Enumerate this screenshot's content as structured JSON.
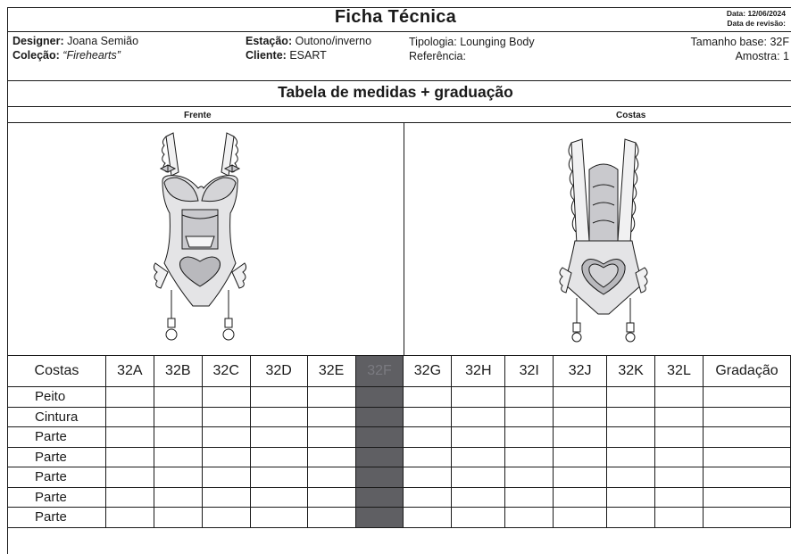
{
  "header": {
    "title": "Ficha Técnica",
    "date_line": "Data: 12/06/2024",
    "revision_line": "Data de revisão:"
  },
  "info": {
    "designer_label": "Designer:",
    "designer_value": "Joana Semião",
    "collection_label": "Coleção:",
    "collection_value": "“Firehearts”",
    "season_label": "Estação:",
    "season_value": "Outono/inverno",
    "client_label": "Cliente:",
    "client_value": "ESART",
    "typology_label": "Tipologia: Lounging Body",
    "reference_label": "Referência:",
    "base_size": "Tamanho base: 32F",
    "sample": "Amostra: 1"
  },
  "section_title": "Tabela de medidas + graduação",
  "views": {
    "front": "Frente",
    "back": "Costas"
  },
  "table": {
    "header": [
      "Costas",
      "32A",
      "32B",
      "32C",
      "32D",
      "32E",
      "32F",
      "32G",
      "32H",
      "32I",
      "32J",
      "32K",
      "32L",
      "Gradação"
    ],
    "highlight_index": 6,
    "rows": [
      "Peito",
      "Cintura",
      "Parte",
      "Parte",
      "Parte",
      "Parte",
      "Parte"
    ]
  },
  "colors": {
    "highlight": "#5f5f63",
    "ink": "#1a1a1a",
    "fabric": "#e4e4e6",
    "lace": "#c9c9cd",
    "heart": "#b9b9bd"
  }
}
